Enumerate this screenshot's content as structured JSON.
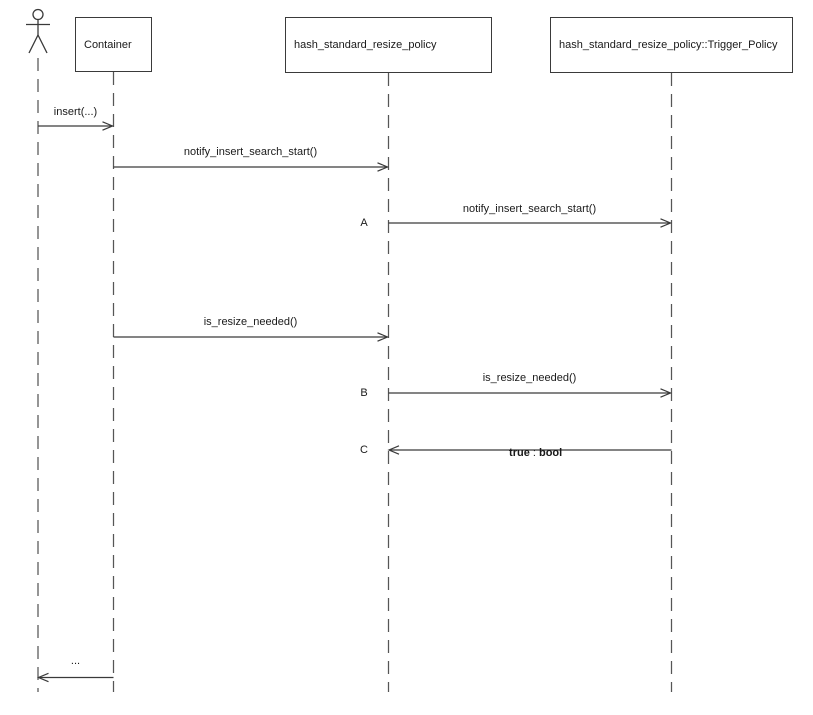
{
  "diagram": {
    "type": "uml-sequence",
    "background_color": "#ffffff",
    "line_color": "#424242",
    "text_color": "#1a1a1a",
    "participants": [
      {
        "id": "user",
        "kind": "actor",
        "label": ""
      },
      {
        "id": "container",
        "kind": "object",
        "label": "Container"
      },
      {
        "id": "resize_policy",
        "kind": "object",
        "label": "hash_standard_resize_policy"
      },
      {
        "id": "trigger_policy",
        "kind": "object",
        "label": "hash_standard_resize_policy::Trigger_Policy"
      }
    ],
    "messages": [
      {
        "from": "user",
        "to": "container",
        "kind": "call",
        "label": "insert(...)",
        "marker": ""
      },
      {
        "from": "container",
        "to": "resize_policy",
        "kind": "call",
        "label": "notify_insert_search_start()",
        "marker": ""
      },
      {
        "from": "resize_policy",
        "to": "trigger_policy",
        "kind": "call",
        "label": "notify_insert_search_start()",
        "marker": "A"
      },
      {
        "from": "container",
        "to": "resize_policy",
        "kind": "call",
        "label": "is_resize_needed()",
        "marker": ""
      },
      {
        "from": "resize_policy",
        "to": "trigger_policy",
        "kind": "call",
        "label": "is_resize_needed()",
        "marker": "B"
      },
      {
        "from": "trigger_policy",
        "to": "resize_policy",
        "kind": "return",
        "value": "true",
        "separator": " : ",
        "type": "bool",
        "marker": "C"
      },
      {
        "from": "container",
        "to": "user",
        "kind": "return",
        "label": "...",
        "marker": ""
      }
    ]
  }
}
